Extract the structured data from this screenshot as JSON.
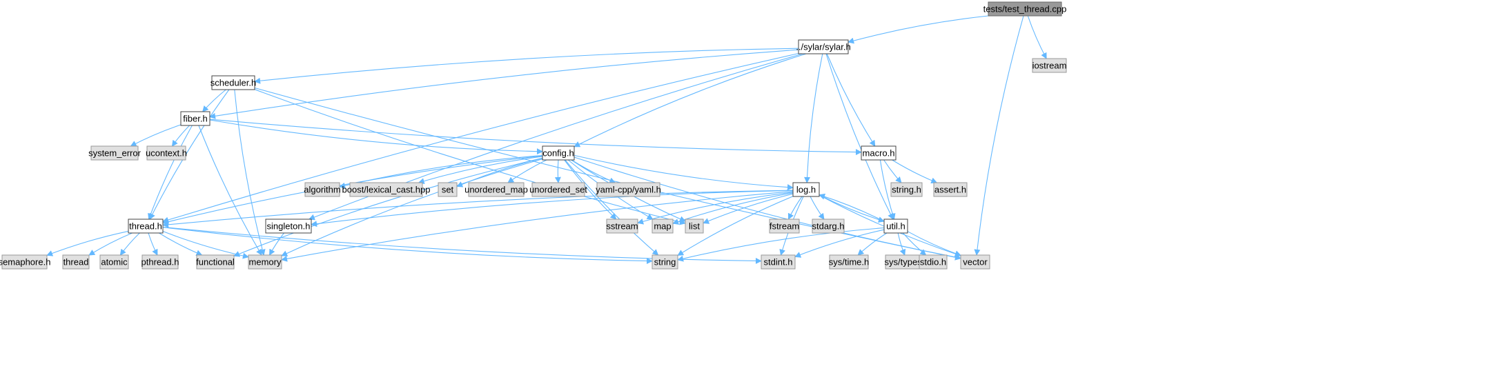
{
  "colors": {
    "edge": "#63B8FF",
    "root_fill": "#999999",
    "root_border": "#666666",
    "node_fill": "#FFFFFF",
    "node_border": "#404040",
    "external_fill": "#E0E0E0",
    "external_border": "#999999"
  },
  "nodes": {
    "test_thread": {
      "label": "tests/test_thread.cpp",
      "kind": "root"
    },
    "sylar_h": {
      "label": "../sylar/sylar.h",
      "kind": "file"
    },
    "iostream": {
      "label": "iostream",
      "kind": "external"
    },
    "scheduler_h": {
      "label": "scheduler.h",
      "kind": "file"
    },
    "fiber_h": {
      "label": "fiber.h",
      "kind": "file"
    },
    "system_error": {
      "label": "system_error",
      "kind": "external"
    },
    "ucontext_h": {
      "label": "ucontext.h",
      "kind": "external"
    },
    "config_h": {
      "label": "config.h",
      "kind": "file"
    },
    "macro_h": {
      "label": "macro.h",
      "kind": "file"
    },
    "algorithm": {
      "label": "algorithm",
      "kind": "external"
    },
    "lexical_cast": {
      "label": "boost/lexical_cast.hpp",
      "kind": "external"
    },
    "set": {
      "label": "set",
      "kind": "external"
    },
    "unordered_map": {
      "label": "unordered_map",
      "kind": "external"
    },
    "unordered_set": {
      "label": "unordered_set",
      "kind": "external"
    },
    "yaml_h": {
      "label": "yaml-cpp/yaml.h",
      "kind": "external"
    },
    "string_h": {
      "label": "string.h",
      "kind": "external"
    },
    "assert_h": {
      "label": "assert.h",
      "kind": "external"
    },
    "log_h": {
      "label": "log.h",
      "kind": "file"
    },
    "thread_h": {
      "label": "thread.h",
      "kind": "file"
    },
    "singleton_h": {
      "label": "singleton.h",
      "kind": "file"
    },
    "sstream": {
      "label": "sstream",
      "kind": "external"
    },
    "map": {
      "label": "map",
      "kind": "external"
    },
    "list": {
      "label": "list",
      "kind": "external"
    },
    "fstream": {
      "label": "fstream",
      "kind": "external"
    },
    "stdarg_h": {
      "label": "stdarg.h",
      "kind": "external"
    },
    "util_h": {
      "label": "util.h",
      "kind": "file"
    },
    "semaphore_h": {
      "label": "semaphore.h",
      "kind": "external"
    },
    "thread": {
      "label": "thread",
      "kind": "external"
    },
    "atomic": {
      "label": "atomic",
      "kind": "external"
    },
    "pthread_h": {
      "label": "pthread.h",
      "kind": "external"
    },
    "functional": {
      "label": "functional",
      "kind": "external"
    },
    "memory": {
      "label": "memory",
      "kind": "external"
    },
    "string": {
      "label": "string",
      "kind": "external"
    },
    "stdint_h": {
      "label": "stdint.h",
      "kind": "external"
    },
    "sys_time_h": {
      "label": "sys/time.h",
      "kind": "external"
    },
    "sys_types_h": {
      "label": "sys/types.h",
      "kind": "external"
    },
    "stdio_h": {
      "label": "stdio.h",
      "kind": "external"
    },
    "vector": {
      "label": "vector",
      "kind": "external"
    }
  },
  "edges": [
    [
      "test_thread",
      "sylar_h"
    ],
    [
      "test_thread",
      "iostream"
    ],
    [
      "test_thread",
      "vector"
    ],
    [
      "sylar_h",
      "scheduler_h"
    ],
    [
      "sylar_h",
      "fiber_h"
    ],
    [
      "sylar_h",
      "thread_h"
    ],
    [
      "sylar_h",
      "config_h"
    ],
    [
      "sylar_h",
      "singleton_h"
    ],
    [
      "sylar_h",
      "log_h"
    ],
    [
      "sylar_h",
      "macro_h"
    ],
    [
      "sylar_h",
      "util_h"
    ],
    [
      "scheduler_h",
      "fiber_h"
    ],
    [
      "scheduler_h",
      "thread_h"
    ],
    [
      "scheduler_h",
      "memory"
    ],
    [
      "scheduler_h",
      "list"
    ],
    [
      "scheduler_h",
      "vector"
    ],
    [
      "fiber_h",
      "system_error"
    ],
    [
      "fiber_h",
      "ucontext_h"
    ],
    [
      "fiber_h",
      "config_h"
    ],
    [
      "fiber_h",
      "macro_h"
    ],
    [
      "fiber_h",
      "thread_h"
    ],
    [
      "fiber_h",
      "memory"
    ],
    [
      "config_h",
      "algorithm"
    ],
    [
      "config_h",
      "lexical_cast"
    ],
    [
      "config_h",
      "set"
    ],
    [
      "config_h",
      "unordered_map"
    ],
    [
      "config_h",
      "unordered_set"
    ],
    [
      "config_h",
      "yaml_h"
    ],
    [
      "config_h",
      "log_h"
    ],
    [
      "config_h",
      "thread_h"
    ],
    [
      "config_h",
      "functional"
    ],
    [
      "config_h",
      "memory"
    ],
    [
      "config_h",
      "string"
    ],
    [
      "config_h",
      "sstream"
    ],
    [
      "config_h",
      "map"
    ],
    [
      "config_h",
      "list"
    ],
    [
      "config_h",
      "vector"
    ],
    [
      "macro_h",
      "string_h"
    ],
    [
      "macro_h",
      "assert_h"
    ],
    [
      "macro_h",
      "util_h"
    ],
    [
      "log_h",
      "thread_h"
    ],
    [
      "log_h",
      "singleton_h"
    ],
    [
      "log_h",
      "sstream"
    ],
    [
      "log_h",
      "map"
    ],
    [
      "log_h",
      "list"
    ],
    [
      "log_h",
      "fstream"
    ],
    [
      "log_h",
      "stdarg_h"
    ],
    [
      "log_h",
      "util_h"
    ],
    [
      "log_h",
      "memory"
    ],
    [
      "log_h",
      "string"
    ],
    [
      "log_h",
      "stdint_h"
    ],
    [
      "log_h",
      "vector"
    ],
    [
      "thread_h",
      "semaphore_h"
    ],
    [
      "thread_h",
      "thread"
    ],
    [
      "thread_h",
      "atomic"
    ],
    [
      "thread_h",
      "pthread_h"
    ],
    [
      "thread_h",
      "functional"
    ],
    [
      "thread_h",
      "memory"
    ],
    [
      "thread_h",
      "string"
    ],
    [
      "thread_h",
      "stdint_h"
    ],
    [
      "singleton_h",
      "memory"
    ],
    [
      "util_h",
      "log_h"
    ],
    [
      "util_h",
      "string"
    ],
    [
      "util_h",
      "stdint_h"
    ],
    [
      "util_h",
      "sys_time_h"
    ],
    [
      "util_h",
      "sys_types_h"
    ],
    [
      "util_h",
      "stdio_h"
    ],
    [
      "util_h",
      "vector"
    ]
  ]
}
